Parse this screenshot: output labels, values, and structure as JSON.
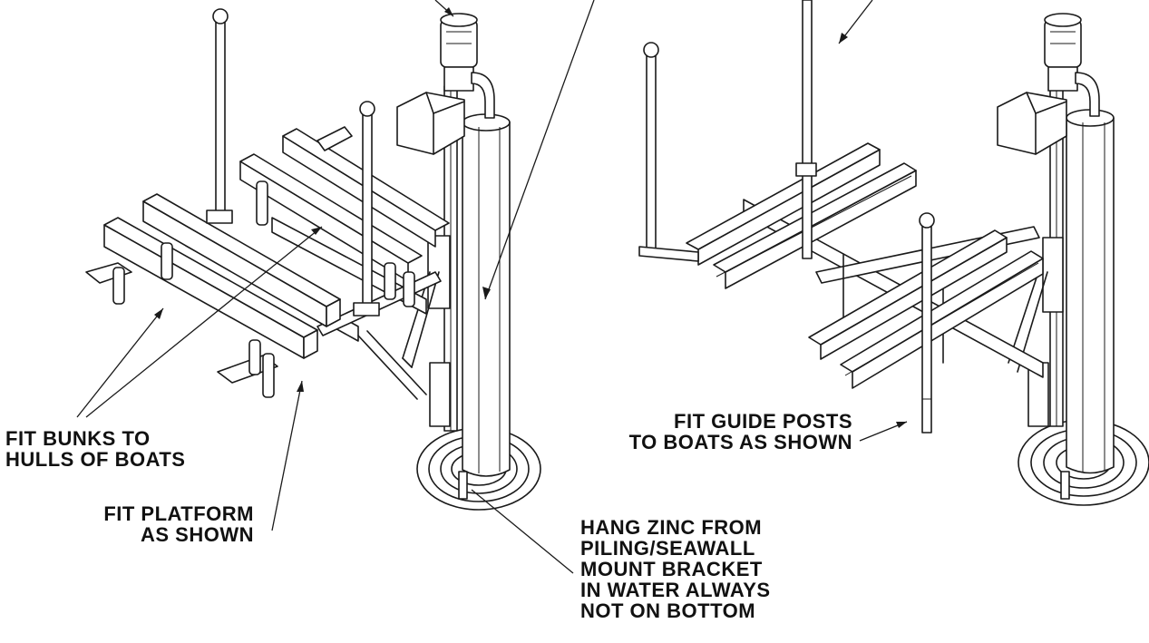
{
  "labels": {
    "fit_bunks": [
      "FIT BUNKS TO",
      "HULLS OF BOATS"
    ],
    "fit_platform": [
      "FIT PLATFORM",
      "AS SHOWN"
    ],
    "hang_zinc": [
      "HANG ZINC FROM",
      "PILING/SEAWALL",
      "MOUNT BRACKET",
      "IN WATER ALWAYS",
      "NOT ON BOTTOM"
    ],
    "fit_guide_posts": [
      "FIT GUIDE POSTS",
      "TO BOATS AS SHOWN"
    ]
  },
  "icons": {
    "left_assembly": "boat-lift-with-bunks-icon",
    "right_assembly": "boat-lift-with-guide-posts-icon"
  }
}
